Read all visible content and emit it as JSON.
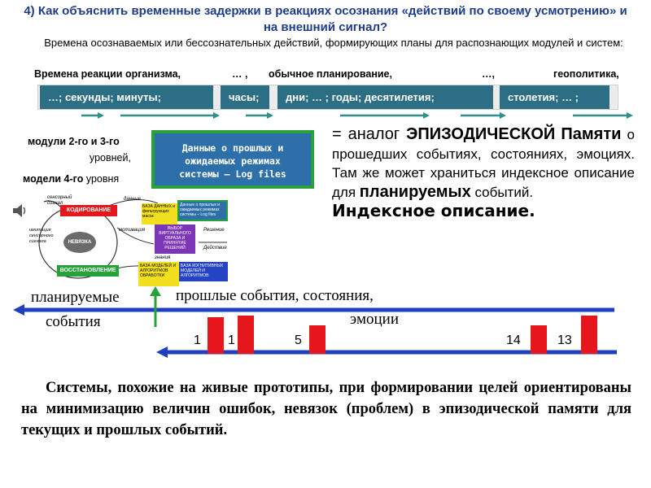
{
  "heading": {
    "title": "4) Как объяснить временные задержки в реакциях осознания «действий по своему усмотрению» и на внешний сигнал?",
    "subtitle": "Времена осознаваемых или бессознательных действий, формирующих планы для распознающих модулей и систем:"
  },
  "time_scale": {
    "labels": [
      "Времена реакции организма,",
      "… ,",
      "обычное планирование,",
      "…,",
      "геополитика,"
    ],
    "cells": [
      "…; секунды; минуты;",
      "часы;",
      "дни; … ; годы; десятилетия;",
      "столетия; … ;"
    ]
  },
  "left_notes": {
    "modules_bold": "модули 2-го и 3-го",
    "modules_rest": "уровней,",
    "models_bold": "модели 4-го",
    "models_rest": "уровня"
  },
  "log_box": {
    "line1": "Данные о прошлых и",
    "line2": "ожидаемых режимах",
    "line3": "системы – Log files"
  },
  "analog_text": {
    "p1_prefix": "= аналог ",
    "p1_bold": "ЭПИЗОДИЧЕСКОЙ",
    "p2_bold": "Памяти",
    "p2_rest": " о прошедших событиях, состояниях, эмоциях. Там же может храниться индексное описание для ",
    "p3_bold": "планируемых",
    "p3_rest": " событий.",
    "p4_bold": "Индексное описание."
  },
  "diagram": {
    "top_left": "сенсорный сигнал",
    "coding": "КОДИРОВАНИЕ",
    "mismatch": "НЕВЯЗКА",
    "restore": "ВОССТАНОВЛЕНИЕ",
    "side_left": "имитация сенсорного сигнала",
    "data_label": "данные",
    "db_filters": "БАЗА ДАННЫХ и фильтрующих масок",
    "log_small": "Данные о прошлых и ожидаемых режимах системы – Log files",
    "motivation": "мотивация",
    "choice": "ВЫБОР ВИРТУАЛЬНОГО ОБРАЗА И ПРИНЯТИЕ РЕШЕНИЙ",
    "decision": "Решение",
    "action": "Действие",
    "knowledge": "знания",
    "models_db": "БАЗА МОДЕЛЕЙ И АЛГОРИТМОВ ОБРАБОТКИ",
    "cognitive_db": "БАЗА КОГНИТИВНЫХ МОДЕЛЕЙ И АЛГОРИТМОВ"
  },
  "timeline": {
    "planned": "планируемые",
    "planned_2": "события",
    "past_1": "прошлые события, состояния,",
    "past_2": "эмоции",
    "numbers": [
      "1",
      "1",
      "5",
      "14",
      "13"
    ]
  },
  "conclusion": "Системы, похожие на живые прототипы, при формировании целей ориентированы на минимизацию величин ошибок, невязок (проблем) в эпизодической памяти  для текущих и прошлых событий.",
  "colors": {
    "title_blue": "#1f3c88",
    "cell_teal": "#2c6e84",
    "arrow_green": "#27a13a",
    "arrow_blue": "#1f3fbf",
    "bar_red": "#e5171b"
  },
  "icons": [
    "speaker-icon"
  ]
}
